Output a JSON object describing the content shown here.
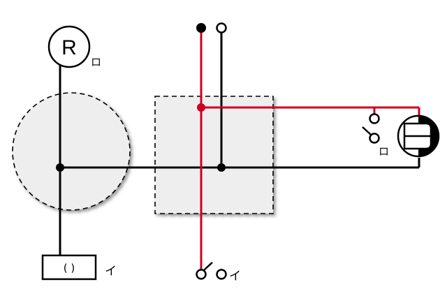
{
  "colors": {
    "wire_black": "#000000",
    "wire_red": "#cc0022",
    "shape_fill": "#eeeeee",
    "background": "#ffffff"
  },
  "texts": {
    "r_symbol": "R",
    "r_suffix": "ロ",
    "box_symbol": "( )",
    "box_suffix": "イ",
    "switch_bottom_label": "イ",
    "switch_right_label": "ロ"
  },
  "icons": {
    "lamp": "half-filled-lamp-icon",
    "switch": "switch-icon",
    "terminal": "terminal-dot-icon"
  }
}
